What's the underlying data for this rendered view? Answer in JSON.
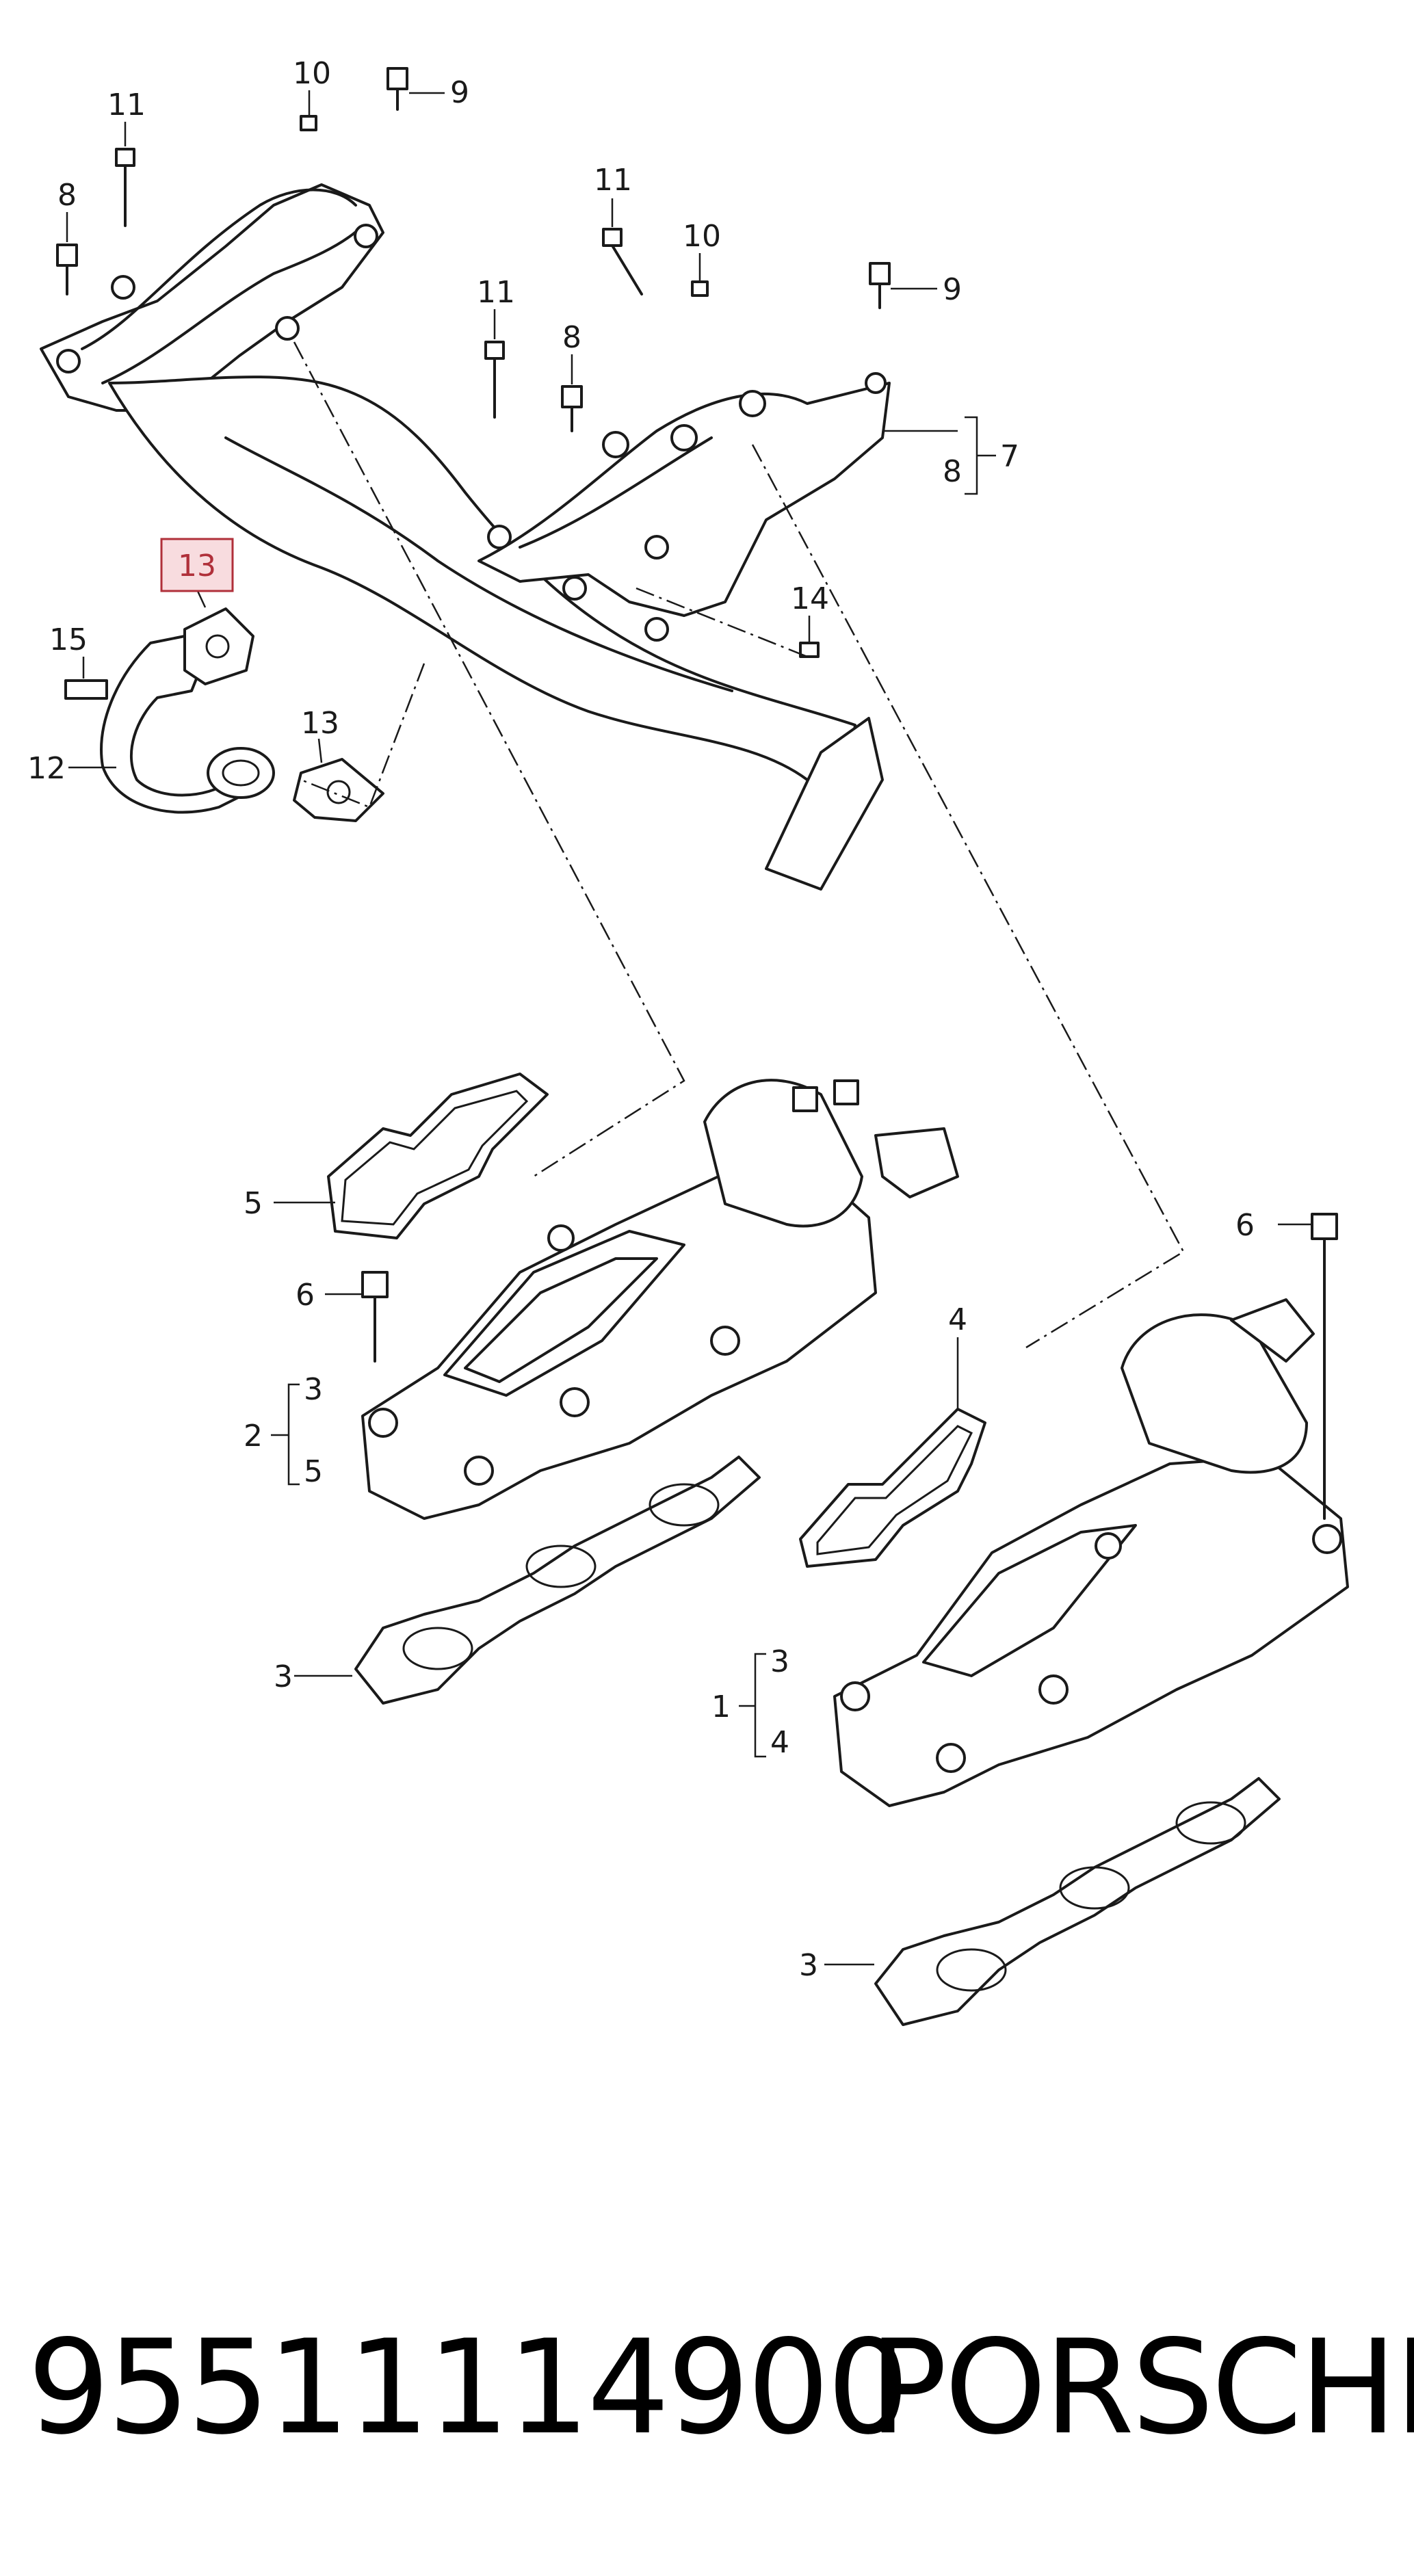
{
  "callouts": {
    "c11a": "11",
    "c10a": "10",
    "c9a": "9",
    "c8a": "8",
    "c11b": "11",
    "c10b": "10",
    "c9b": "9",
    "c11c": "11",
    "c8b": "8",
    "c8c": "8",
    "c7": "7",
    "c13a": "13",
    "c13b": "13",
    "c14": "14",
    "c15": "15",
    "c12": "12",
    "c5a": "5",
    "c6a": "6",
    "c2": "2",
    "c3a": "3",
    "c5b": "5",
    "c3b": "3",
    "c4": "4",
    "c6b": "6",
    "c1": "1",
    "c3c": "3",
    "c4b": "4",
    "c3d": "3"
  },
  "highlight_color": "#b0303a",
  "highlight_fill": "#f8dcdf",
  "footer": {
    "part_number": "95511114900",
    "brand": "PORSCHE"
  }
}
